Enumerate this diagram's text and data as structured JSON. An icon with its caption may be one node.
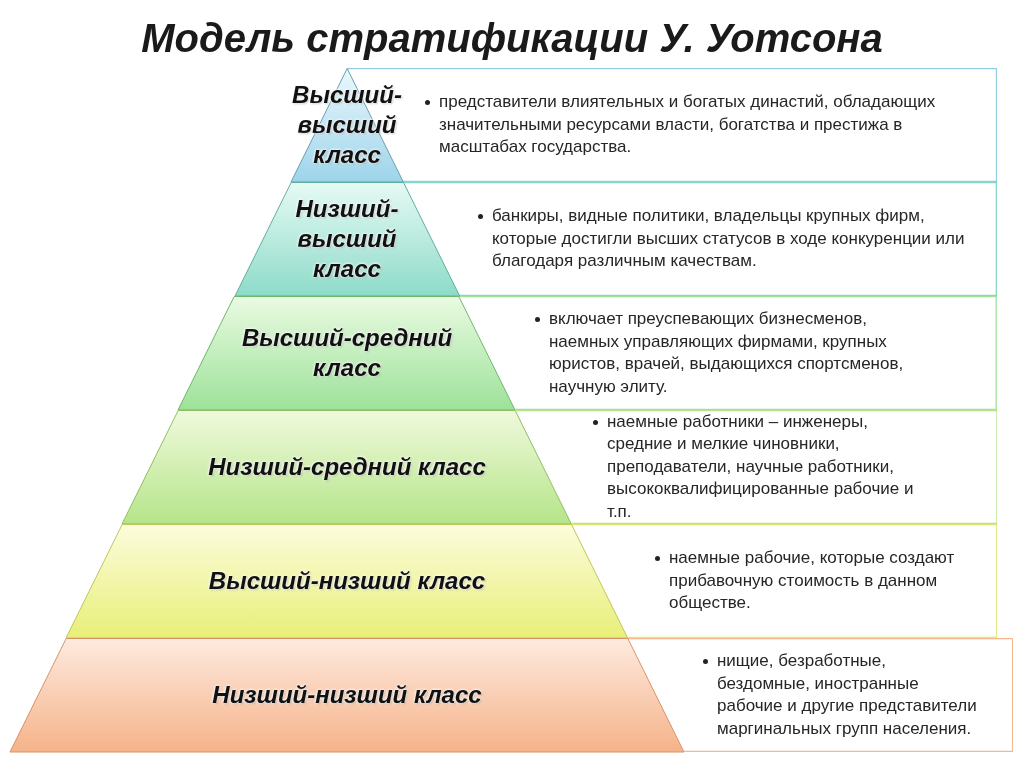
{
  "diagram": {
    "title": "Модель стратификации У. Уотсона",
    "nodes": [
      {
        "text": [
          "Высший-высший класс"
        ]
      },
      {
        "text": [
          "представители влиятельных и богатых династий, обладающих значительными ресурсами власти, богатства и престижа в масштабах государства."
        ]
      },
      {
        "text": [
          "Низший-высший класс"
        ]
      },
      {
        "text": [
          "банкиры, видные политики, владельцы крупных фирм, которые достигли высших статусов в ходе конкуренции или благодаря различным качествам."
        ]
      },
      {
        "text": [
          "Высший-средний класс"
        ]
      },
      {
        "text": [
          "включает преуспевающих бизнесменов, наемных управляющих фирмами, крупных юристов, врачей, выдающихся спортсменов, научную элиту."
        ]
      },
      {
        "text": [
          "Низший-средний класс"
        ]
      },
      {
        "text": [
          "наемные работники – инженеры, средние и мелкие чиновники, преподаватели, научные работники, высококвалифицированные рабочие и т.п."
        ]
      },
      {
        "text": [
          "Высший-низший класс"
        ]
      },
      {
        "text": [
          "наемные рабочие, которые создают прибавочную стоимость в данном обществе."
        ]
      },
      {
        "text": [
          "Низший-низший класс"
        ]
      },
      {
        "text": [
          "нищие, безработные, бездомные, иностранные рабочие и другие представители маргинальных групп населения."
        ]
      }
    ]
  }
}
